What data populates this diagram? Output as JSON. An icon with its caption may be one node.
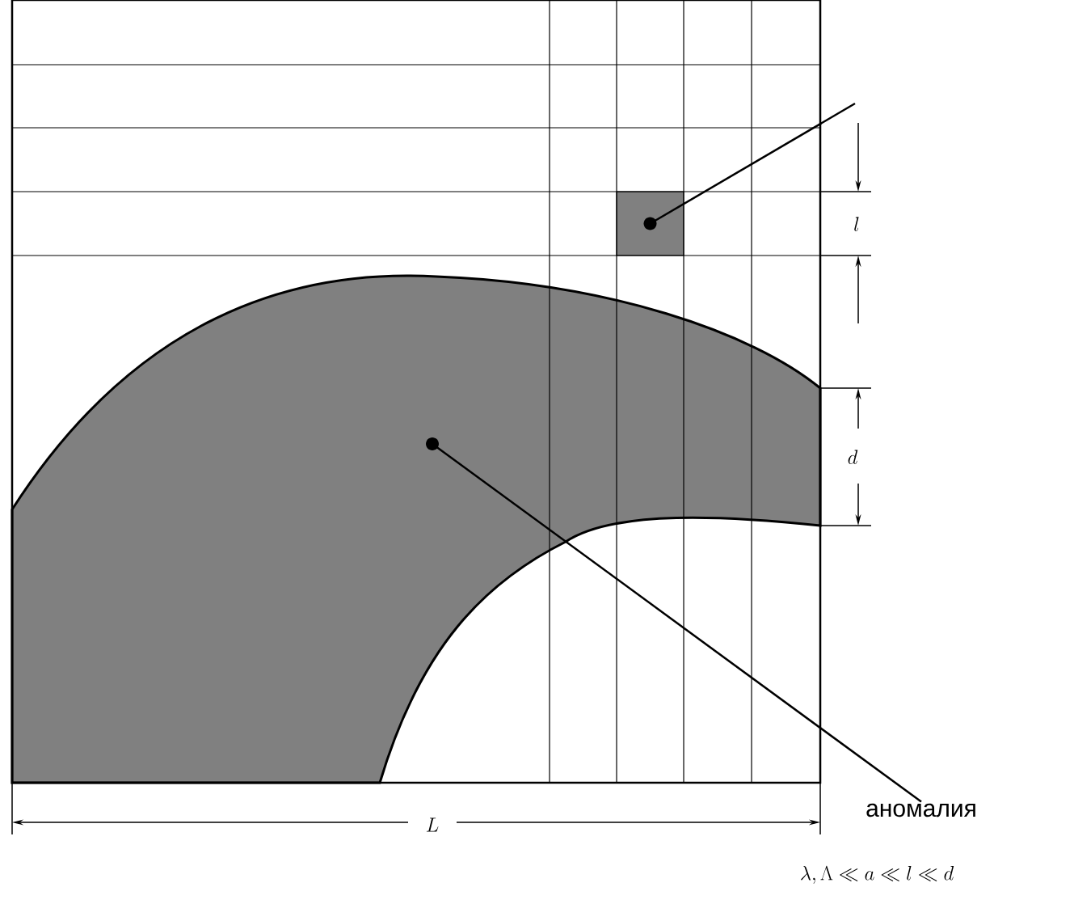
{
  "diagram": {
    "nodes": [
      {
        "text": [
          "аномалия"
        ]
      },
      {
        "text": [],
        "shape": "band"
      },
      {
        "text": [],
        "shape": "box"
      }
    ],
    "edges": [
      {
        "from": 0,
        "to": 1,
        "arrow": "other"
      },
      {
        "from": null,
        "to": 2,
        "arrow": "other"
      }
    ],
    "labels": [
      "l",
      "d",
      "L",
      "\\lambda, \\Lambda \\ll a \\ll l \\ll d"
    ]
  }
}
